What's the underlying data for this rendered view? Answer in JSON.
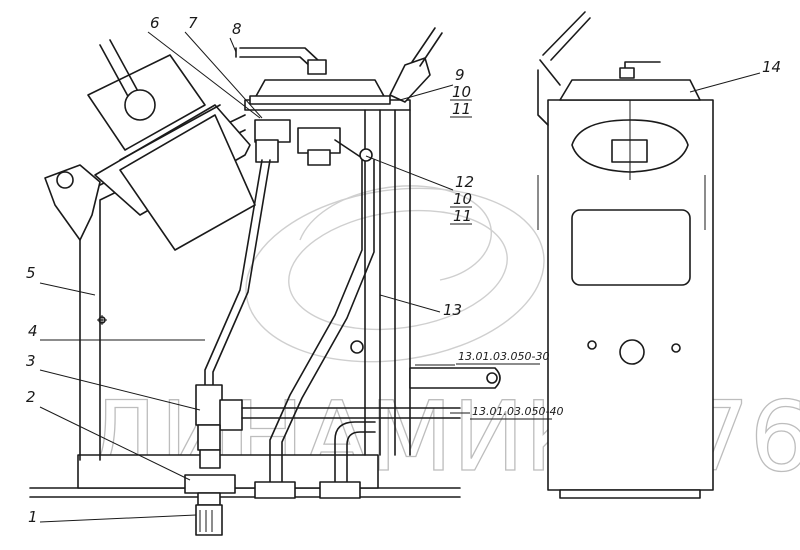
{
  "callouts": {
    "c1": "1",
    "c2": "2",
    "c3": "3",
    "c4": "4",
    "c5": "5",
    "c6": "6",
    "c7": "7",
    "c8": "8",
    "c9": "9",
    "c10a": "10",
    "c11a": "11",
    "c12": "12",
    "c10b": "10",
    "c11b": "11",
    "c13": "13",
    "c14": "14"
  },
  "refs": {
    "r1": "13.01.03.050-30",
    "r2": "13.01.03.050-40"
  },
  "watermark": "ДИНАМИКА 76"
}
